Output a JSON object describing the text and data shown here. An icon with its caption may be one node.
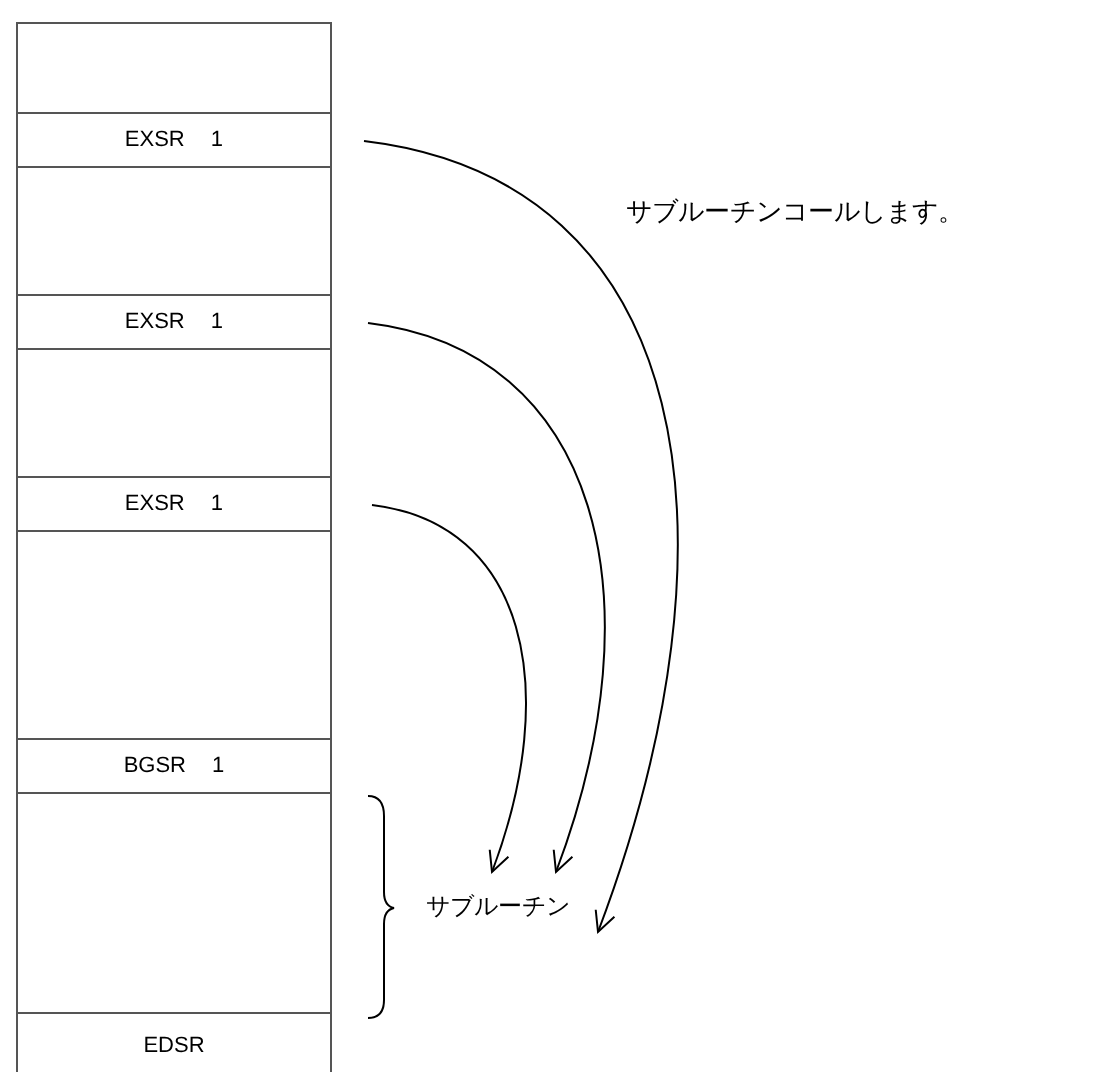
{
  "diagram": {
    "nodes": [
      {
        "text": [],
        "shape": "box"
      },
      {
        "text": [
          "EXSR 1"
        ]
      },
      {
        "text": [],
        "shape": "box"
      },
      {
        "text": [
          "EXSR 1"
        ]
      },
      {
        "text": [],
        "shape": "box"
      },
      {
        "text": [
          "EXSR 1"
        ]
      },
      {
        "text": [],
        "shape": "box"
      },
      {
        "text": [
          "BGSR 1"
        ]
      },
      {
        "text": [],
        "shape": "box"
      },
      {
        "text": [
          "EDSR"
        ]
      },
      {
        "text": [
          "サブルーチン"
        ]
      }
    ],
    "edges": [
      {
        "from": 1,
        "to": 10,
        "arrow": "to"
      },
      {
        "from": 3,
        "to": 10,
        "arrow": "to"
      },
      {
        "from": 5,
        "to": 10,
        "arrow": "to"
      }
    ],
    "labels": [
      "サブルーチンコールします。"
    ]
  }
}
